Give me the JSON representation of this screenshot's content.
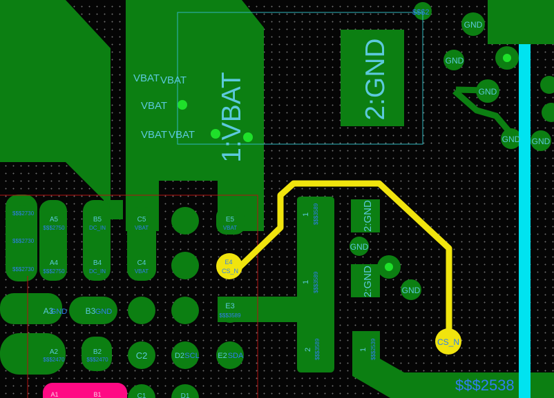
{
  "app": {
    "title": "PCB layout view"
  },
  "colors": {
    "copper": "#0c7f12",
    "pad": "#12a81f",
    "via_hole": "#1fe02a",
    "highlight_trace": "#f0e40e",
    "cyan_trace": "#00e3f0",
    "keepout": "#2fb6c0",
    "outline_red": "#b51212",
    "silk_blue": "#2f7ff0",
    "silk_light": "#5cc9dc",
    "magenta": "#ff0a84"
  },
  "battery": {
    "pos_label": "1:VBAT",
    "neg_label": "2:GND"
  },
  "vbat_vias": [
    "VBAT",
    "VBAT",
    "VBAT",
    "VBAT",
    "VBAT"
  ],
  "gnd_vias": [
    "GND",
    "GND",
    "GND",
    "GND",
    "GND",
    "GND",
    "GND"
  ],
  "corner_net": "$$$2",
  "bga": {
    "rows": [
      {
        "ref": "A5",
        "net": "$$$2750"
      },
      {
        "ref": "A4",
        "net": "$$$2750"
      },
      {
        "ref": "A3",
        "net": "GND"
      },
      {
        "ref": "A2",
        "net": "$$$2470"
      },
      {
        "ref": "A1",
        "net": ""
      }
    ],
    "col_b": [
      {
        "ref": "B5",
        "net": "DC_IN"
      },
      {
        "ref": "B4",
        "net": "DC_IN"
      },
      {
        "ref": "B3",
        "net": "GND"
      },
      {
        "ref": "B2",
        "net": "$$$2470"
      },
      {
        "ref": "B1",
        "net": ""
      }
    ],
    "col_c": [
      {
        "ref": "C5",
        "net": "VBAT"
      },
      {
        "ref": "C4",
        "net": "VBAT"
      },
      {
        "ref": "C2",
        "net": ""
      },
      {
        "ref": "C1",
        "net": ""
      }
    ],
    "col_d": [
      {
        "ref": "D2",
        "net": "SCL"
      },
      {
        "ref": "D1",
        "net": ""
      }
    ],
    "col_e": [
      {
        "ref": "E5",
        "net": "VBAT"
      },
      {
        "ref": "E4",
        "net": "CS_N"
      },
      {
        "ref": "E3",
        "net": "$$$3589"
      },
      {
        "ref": "E2",
        "net": "SDA"
      }
    ]
  },
  "left_pads": {
    "net": "$$$2730"
  },
  "resistors": [
    {
      "pin1": "1",
      "pin2": "2",
      "net": "$$$3589"
    },
    {
      "pin1": "1",
      "net": "$$$2539"
    }
  ],
  "gnd_pads": [
    "2:GND",
    "2:GND"
  ],
  "test_point": {
    "label": "CS_N"
  },
  "bottom_net": "$$$2538"
}
